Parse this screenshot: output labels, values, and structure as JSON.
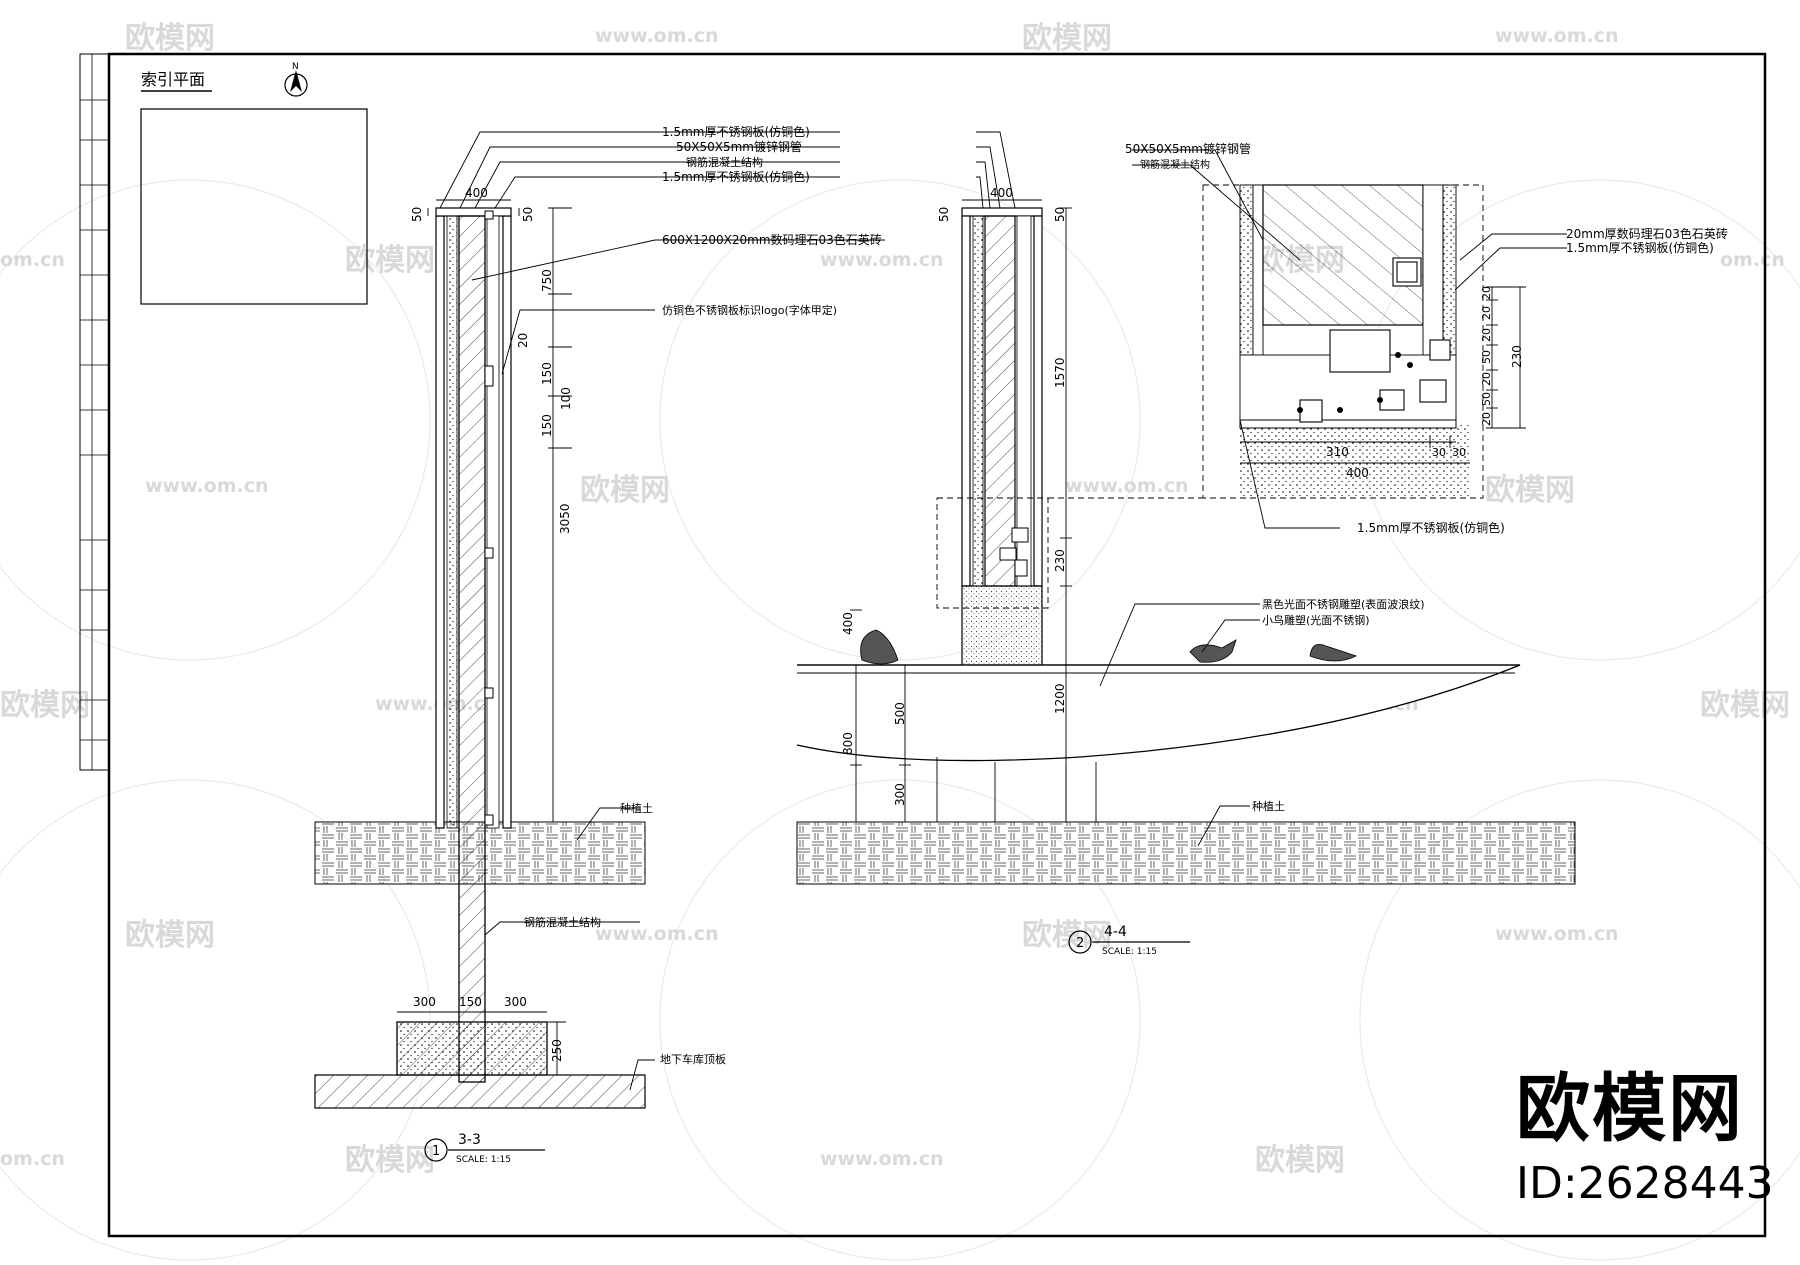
{
  "plan": {
    "title": "索引平面",
    "north": "N"
  },
  "watermark": {
    "brand": "欧模网",
    "url": "www.om.cn",
    "url_short": "om.cn",
    "id": "ID:2628443"
  },
  "section33": {
    "number": "1",
    "title": "3-3",
    "scale": "SCALE: 1:15",
    "top_callouts": [
      "1.5mm厚不锈钢板(仿铜色)",
      "50X50X5mm镀锌钢管",
      "钢筋混凝土结构",
      "1.5mm厚不锈钢板(仿铜色)"
    ],
    "marble": "600X1200X20mm数码理石03色石英砖",
    "logo": "仿铜色不锈钢板标识logo(字体甲定)",
    "soil": "种植土",
    "structure": "钢筋混凝土结构",
    "slab": "地下车库顶板",
    "dims": {
      "top_w": "400",
      "top_h": "50",
      "side_50": "50",
      "d750": "750",
      "d150a": "150",
      "d100": "100",
      "d150b": "150",
      "d3050": "3050",
      "d20": "20",
      "f300a": "300",
      "f150": "150",
      "f300b": "300",
      "f250": "250"
    }
  },
  "section44": {
    "number": "2",
    "title": "4-4",
    "scale": "SCALE: 1:15",
    "sculpture": "黑色光面不锈钢雕塑(表面波浪纹)",
    "bird": "小鸟雕塑(光面不锈钢)",
    "soil": "种植土",
    "dims": {
      "top_w": "400",
      "top_h": "50",
      "side_50": "50",
      "d1570": "1570",
      "d230": "230",
      "d400": "400",
      "d500": "500",
      "d800": "800",
      "d300": "300",
      "d1200": "1200"
    }
  },
  "detail": {
    "pipe": "50X50X5mm镀锌钢管",
    "concrete": "钢筋混凝土结构",
    "stone": "20mm厚数码理石03色石英砖",
    "steel": "1.5mm厚不锈钢板(仿铜色)",
    "bottom": "1.5mm厚不锈钢板(仿铜色)",
    "dims": {
      "d310": "310",
      "d30a": "30",
      "d30b": "30",
      "d400": "400",
      "d230": "230",
      "s1": "20",
      "s2": "20",
      "s3": "20",
      "s4": "50",
      "s5": "20",
      "s6": "50",
      "s7": "20"
    }
  }
}
